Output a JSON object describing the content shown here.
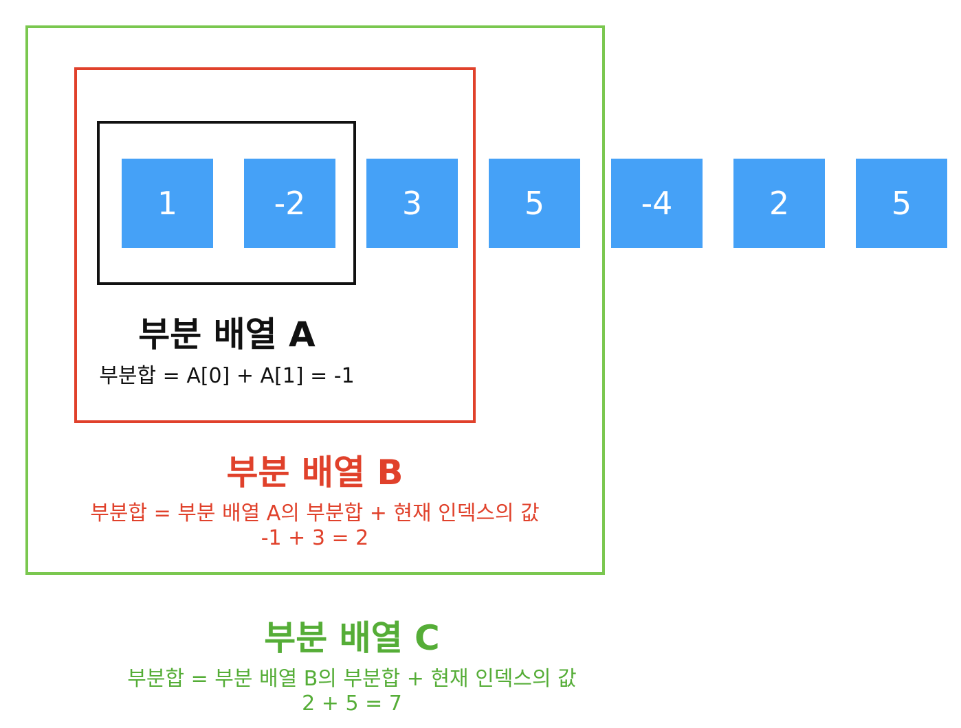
{
  "array": {
    "values": [
      "1",
      "-2",
      "3",
      "5",
      "-4",
      "2",
      "5"
    ],
    "cell_color": "#45a1f7"
  },
  "subarray_a": {
    "title": "부분 배열 A",
    "formula": "부분합 = A[0] + A[1] = -1",
    "color": "#111111"
  },
  "subarray_b": {
    "title": "부분 배열 B",
    "formula": "부분합 = 부분 배열 A의 부분합 + 현재 인덱스의 값",
    "calculation": "-1 + 3 = 2",
    "color": "#e0412b"
  },
  "subarray_c": {
    "title": "부분 배열 C",
    "formula": "부분합 = 부분 배열 B의 부분합 + 현재 인덱스의 값",
    "calculation": "2 + 5 = 7",
    "color": "#7ac74f"
  }
}
